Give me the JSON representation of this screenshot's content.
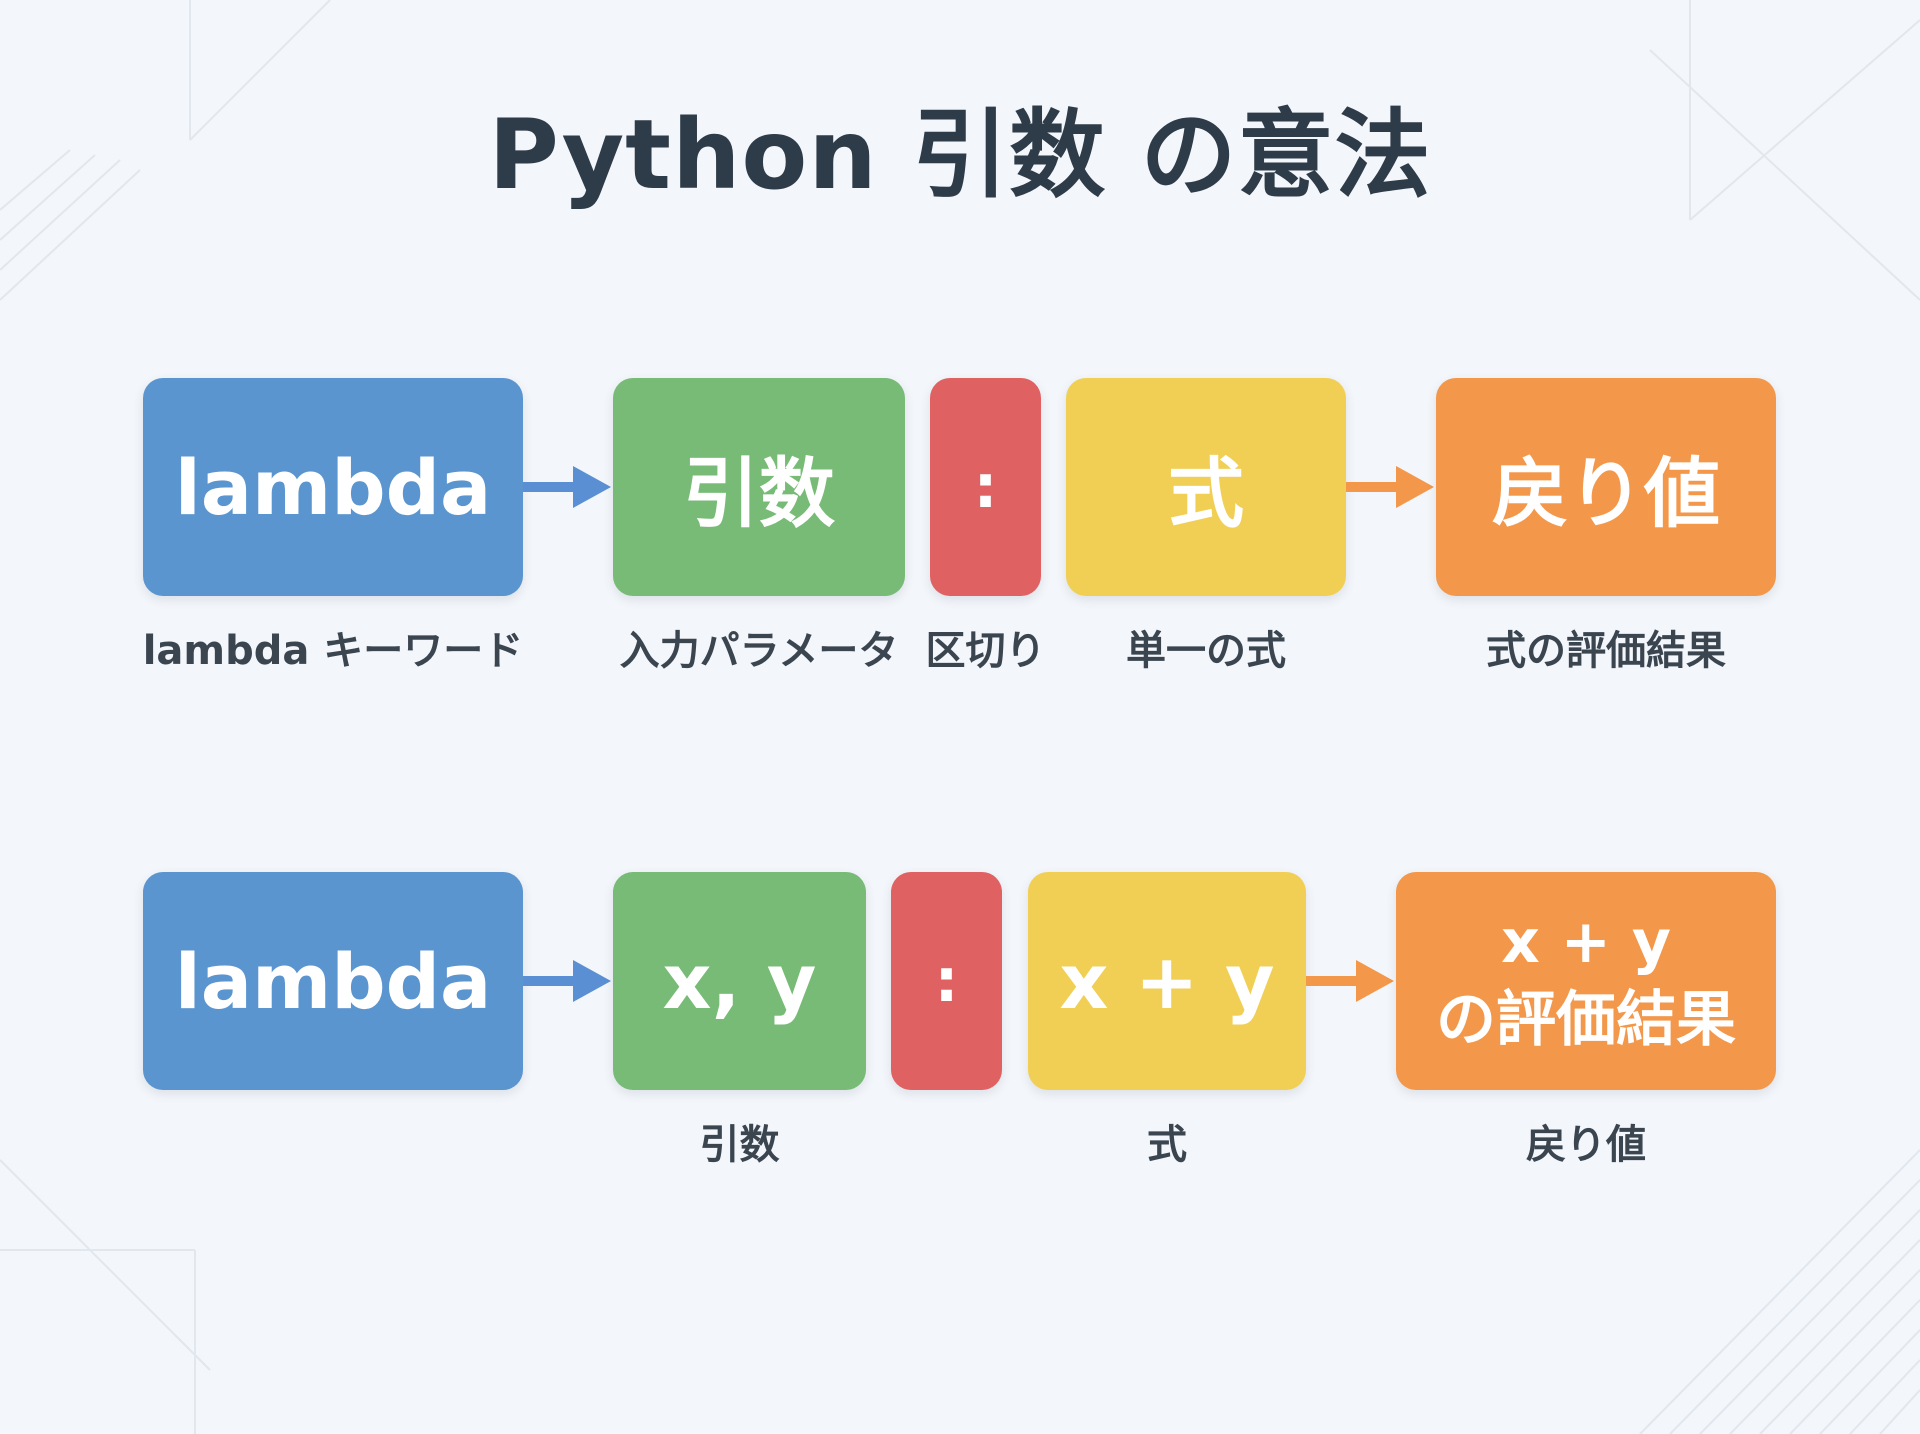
{
  "title": "Python 引数 の意法",
  "row1": {
    "boxes": {
      "keyword": "lambda",
      "args": "引数",
      "colon": ":",
      "expr": "式",
      "result": "戻り値"
    },
    "captions": {
      "keyword": "lambda キーワード",
      "args": "入力パラメータ",
      "colon": "区切り",
      "expr": "単一の式",
      "result": "式の評価結果"
    }
  },
  "row2": {
    "boxes": {
      "keyword": "lambda",
      "args": "x, y",
      "colon": ":",
      "expr": "x + y",
      "result_line1": "x + y",
      "result_line2": "の評価結果"
    },
    "captions": {
      "args": "引数",
      "expr": "式",
      "result": "戻り値"
    }
  },
  "colors": {
    "blue": "#5b95d0",
    "green": "#77bb77",
    "red": "#e06161",
    "yellow": "#f1cf55",
    "orange": "#f3974a",
    "arrow_blue": "#5b8fd3",
    "arrow_orange": "#f3974a"
  }
}
